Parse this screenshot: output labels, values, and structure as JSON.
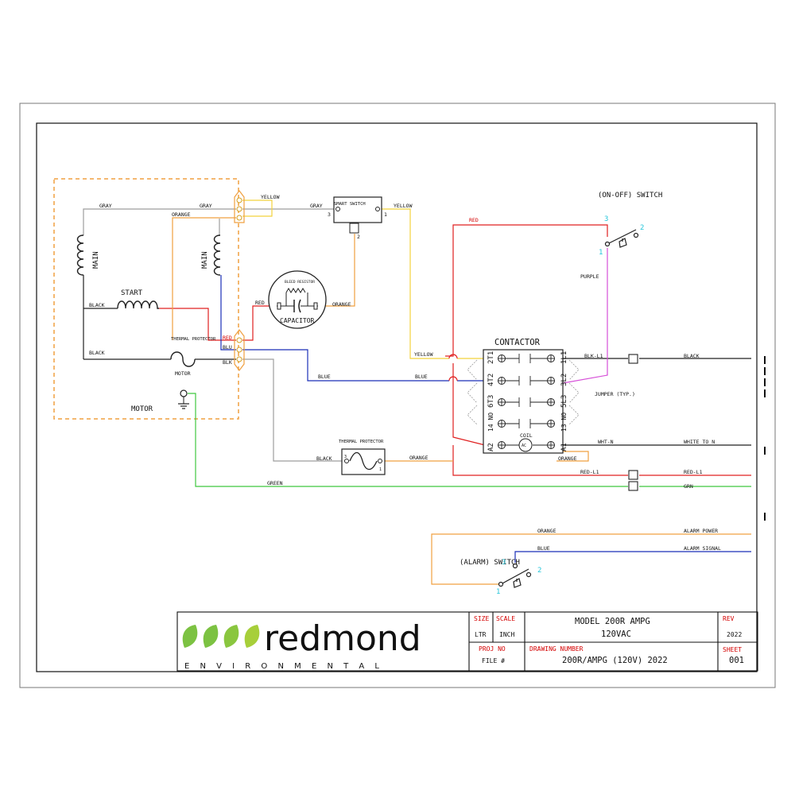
{
  "labels": {
    "gray1": "GRAY",
    "gray2": "GRAY",
    "gray3": "GRAY",
    "orange1": "ORANGE",
    "orange2": "ORANGE",
    "orange3": "ORANGE",
    "orange4": "ORANGE",
    "orange5": "ORANGE",
    "yellow1": "YELLOW",
    "yellow2": "YELLOW",
    "yellow3": "YELLOW",
    "red1": "RED",
    "red2": "RED",
    "red3": "RED",
    "black1": "BLACK",
    "black2": "BLACK",
    "black3": "BLACK",
    "black4": "BLACK",
    "blue1": "BLUE",
    "blue2": "BLUE",
    "blue3": "BLUE",
    "blu": "BLU",
    "blk": "BLK",
    "green": "GREEN",
    "grn": "GRN",
    "purple": "PURPLE",
    "main1": "MAIN",
    "main2": "MAIN",
    "start": "START",
    "thermal_protector": "THERMAL PROTECTOR",
    "motor_small": "MOTOR",
    "motor": "MOTOR",
    "smart_switch": "SMART SWITCH",
    "bleed_resistor": "BLEED RESISTOR",
    "capacitor": "CAPACITOR",
    "contactor": "CONTACTOR",
    "coil": "COIL",
    "ac": "AC",
    "jumper": "JUMPER (TYP.)",
    "on_off_switch": "(ON-OFF) SWITCH",
    "alarm_switch": "(ALARM) SWITCH",
    "blk_l1": "BLK-L1",
    "wht_n": "WHT-N",
    "red_l1": "RED-L1",
    "white_to_n": "WHITE TO N",
    "alarm_power": "ALARM POWER",
    "alarm_signal": "ALARM SIGNAL",
    "pin1": "1",
    "pin2": "2",
    "pin3": "3",
    "sw_num1": "1",
    "sw_num2": "2",
    "sw_num3": "3",
    "cont": {
      "l1": "2T1",
      "r1": "1L1",
      "l2": "4T2",
      "r2": "3L2",
      "l3": "6T3",
      "r3": "5L3",
      "l4": "14 NO",
      "r4": "13 NO",
      "a2": "A2",
      "a1": "A1"
    }
  },
  "title_block": {
    "brand": "redmond",
    "brand_sub": "E N V I R O N M E N T A L",
    "size_label": "SIZE",
    "scale_label": "SCALE",
    "size_value": "LTR",
    "scale_value": "INCH",
    "proj_no_label": "PROJ NO",
    "file_label": "FILE #",
    "model": "MODEL 200R AMPG",
    "voltage": "120VAC",
    "drawing_number_label": "DRAWING NUMBER",
    "drawing_number": "200R/AMPG (120V) 2022",
    "rev_label": "REV",
    "rev_value": "2022",
    "sheet_label": "SHEET",
    "sheet_value": "001"
  },
  "colors": {
    "gray": "#9e9e9e",
    "orange": "#f0a040",
    "yellow": "#f2d23c",
    "red": "#e02020",
    "blue": "#1a2fb8",
    "green": "#3fc83f",
    "purple": "#d64fd8",
    "black": "#222222",
    "cyan": "#26c6da",
    "brand_green": "#7cc242"
  }
}
